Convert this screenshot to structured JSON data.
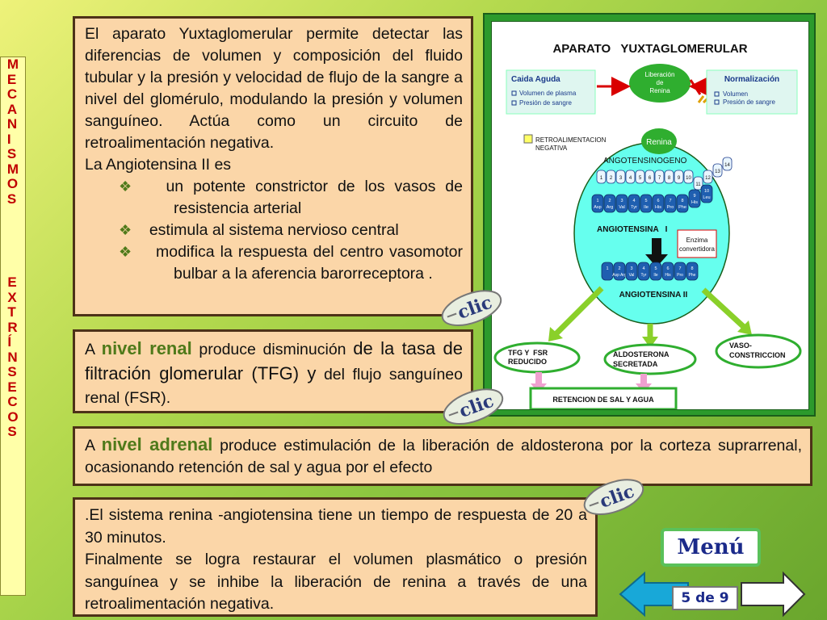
{
  "side_column": {
    "word1": [
      "M",
      "E",
      "C",
      "A",
      "N",
      "I",
      "S",
      "M",
      "O",
      "S"
    ],
    "word2": [
      "E",
      "X",
      "T",
      "R",
      "Í",
      "N",
      "S",
      "E",
      "C",
      "O",
      "S"
    ]
  },
  "box1": {
    "intro": "El aparato Yuxtaglomerular permite detectar las diferencias de volumen y composición del fluido tubular y la presión y velocidad de flujo de la sangre a nivel del glomérulo, modulando la presión y volumen sanguíneo. Actúa como un circuito de retroalimentación negativa.",
    "angiotensin_lead": "La Angiotensina II es",
    "bullets": [
      "un potente constrictor de los vasos de resistencia arterial",
      "estimula al sistema nervioso central",
      "modifica la respuesta del centro vasomotor bulbar a la aferencia barorreceptora ."
    ]
  },
  "box2": {
    "w1": "A",
    "w2": "nivel renal",
    "w3": "produce disminución",
    "w4": "de la tasa de filtración glomerular (TFG) y",
    "w5": "del flujo sanguíneo renal (FSR)."
  },
  "box3": {
    "w1": "A",
    "w2": "nivel adrenal",
    "w3": "produce estimulación de la liberación de aldosterona por la corteza suprarrenal, ocasionando retención de sal y agua por el efecto"
  },
  "box4": {
    "text1": ".El sistema renina -angiotensina tiene un tiempo de respuesta de 20 a 30 minutos.",
    "text2": "Finalmente se logra restaurar el volumen plasmático o presión sanguínea y se inhibe la liberación de renina a través de una retroalimentación negativa."
  },
  "diagram": {
    "title": "APARATO   YUXTAGLOMERULAR",
    "caida_title": "Caida Aguda",
    "caida_items": [
      "Volumen de plasma",
      "Presión de sangre"
    ],
    "liberacion": [
      "Liberación",
      "de",
      "Renina"
    ],
    "normal_title": "Normalización",
    "normal_items": [
      "Volumen",
      "Presión de sangre"
    ],
    "retro": [
      "RETROALIMENTACION",
      "NEGATIVA"
    ],
    "renina": "Renina",
    "angotensinogeno": "ANGOTENSINOGENO",
    "ang1": "ANGIOTENSINA   I",
    "ang2": "ANGIOTENSINA II",
    "enzima": [
      "Enzima",
      "convertidora"
    ],
    "tfg": [
      "TFG Y  FSR",
      "REDUCIDO"
    ],
    "aldo": [
      "ALDOSTERONA",
      "SECRETADA"
    ],
    "vaso": [
      "VASO-",
      "CONSTRICCION"
    ],
    "retencion": "RETENCION DE SAL Y AGUA",
    "row1_nums": [
      "1",
      "2",
      "3",
      "4",
      "5",
      "6",
      "7",
      "8",
      "9",
      "10",
      "11",
      "12",
      "13",
      "14"
    ],
    "row2": [
      [
        "1",
        "Asp"
      ],
      [
        "2",
        "Arg"
      ],
      [
        "3",
        "Val"
      ],
      [
        "4",
        "Tyr"
      ],
      [
        "5",
        "Ile"
      ],
      [
        "6",
        "His"
      ],
      [
        "7",
        "Pro"
      ],
      [
        "8",
        "Phe"
      ],
      [
        "9",
        "His"
      ],
      [
        "10",
        "Leu"
      ]
    ],
    "row3": [
      [
        "1",
        ""
      ],
      [
        "2",
        "Asp Arg"
      ],
      [
        "3",
        "Val"
      ],
      [
        "4",
        "Tyr"
      ],
      [
        "5",
        "Ile"
      ],
      [
        "6",
        "His"
      ],
      [
        "7",
        "Pro"
      ],
      [
        "8",
        "Phe"
      ]
    ]
  },
  "clic_label": "clic",
  "menu_label": "Menú",
  "page_indicator": "5 de 9"
}
